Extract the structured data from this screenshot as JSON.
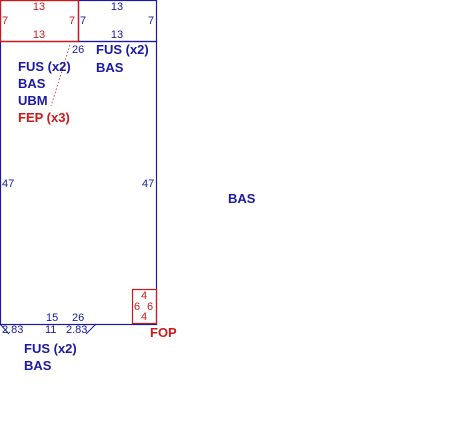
{
  "colors": {
    "blue": "#1a1aa6",
    "red": "#cc1a1a"
  },
  "top_red_panel": {
    "top": "13",
    "bottom": "13",
    "left": "7",
    "right": "7"
  },
  "top_blue_panel": {
    "top": "13",
    "bottom": "13",
    "left": "7",
    "right": "7"
  },
  "main_panel": {
    "left": "47",
    "right": "47",
    "top_right": "26"
  },
  "labels": {
    "main_fus": "FUS (x2)",
    "main_bas": "BAS",
    "main_ubm": "UBM",
    "main_fep": "FEP (x3)",
    "top_right_fus": "FUS (x2)",
    "top_right_bas": "BAS",
    "standalone_bas": "BAS",
    "fop": "FOP",
    "bottom_fus": "FUS (x2)",
    "bottom_bas": "BAS"
  },
  "small_red_box": {
    "top": "4",
    "bottom": "4",
    "left": "6",
    "right": "6"
  },
  "bottom_dims": {
    "d15": "15",
    "d26": "26",
    "d11": "11",
    "d283_left": "2.83",
    "d283_right": "2.83"
  }
}
